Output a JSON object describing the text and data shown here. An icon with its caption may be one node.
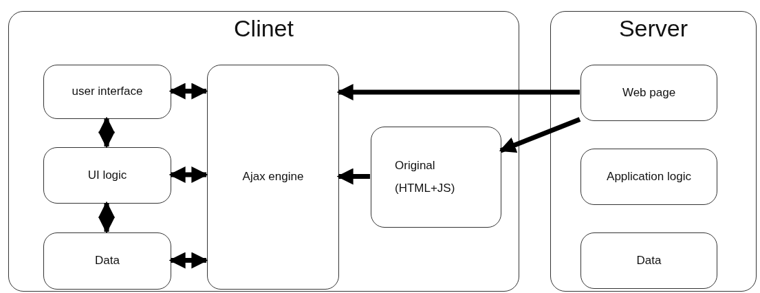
{
  "diagram": {
    "nodes": [
      {
        "text": [
          "Clinet"
        ]
      },
      {
        "text": [
          "user interface"
        ],
        "in": 0
      },
      {
        "text": [
          "UI logic"
        ],
        "in": 0
      },
      {
        "text": [
          "Data"
        ],
        "in": 0
      },
      {
        "text": [
          "Ajax engine"
        ],
        "in": 0
      },
      {
        "text": [
          "Original",
          "(HTML+JS)"
        ],
        "in": 0
      },
      {
        "text": [
          "Server"
        ]
      },
      {
        "text": [
          "Web page"
        ],
        "in": 6
      },
      {
        "text": [
          "Application logic"
        ],
        "in": 6
      },
      {
        "text": [
          "Data"
        ],
        "in": 6
      }
    ],
    "edges": [
      {
        "from": 1,
        "to": 4,
        "arrow": "both"
      },
      {
        "from": 1,
        "to": 2,
        "arrow": "both"
      },
      {
        "from": 2,
        "to": 4,
        "arrow": "both"
      },
      {
        "from": 2,
        "to": 3,
        "arrow": "both"
      },
      {
        "from": 3,
        "to": 4,
        "arrow": "both"
      },
      {
        "from": 7,
        "to": 4,
        "arrow": "to"
      },
      {
        "from": 7,
        "to": 5,
        "arrow": "to"
      },
      {
        "from": 5,
        "to": 4,
        "arrow": "to"
      }
    ]
  }
}
